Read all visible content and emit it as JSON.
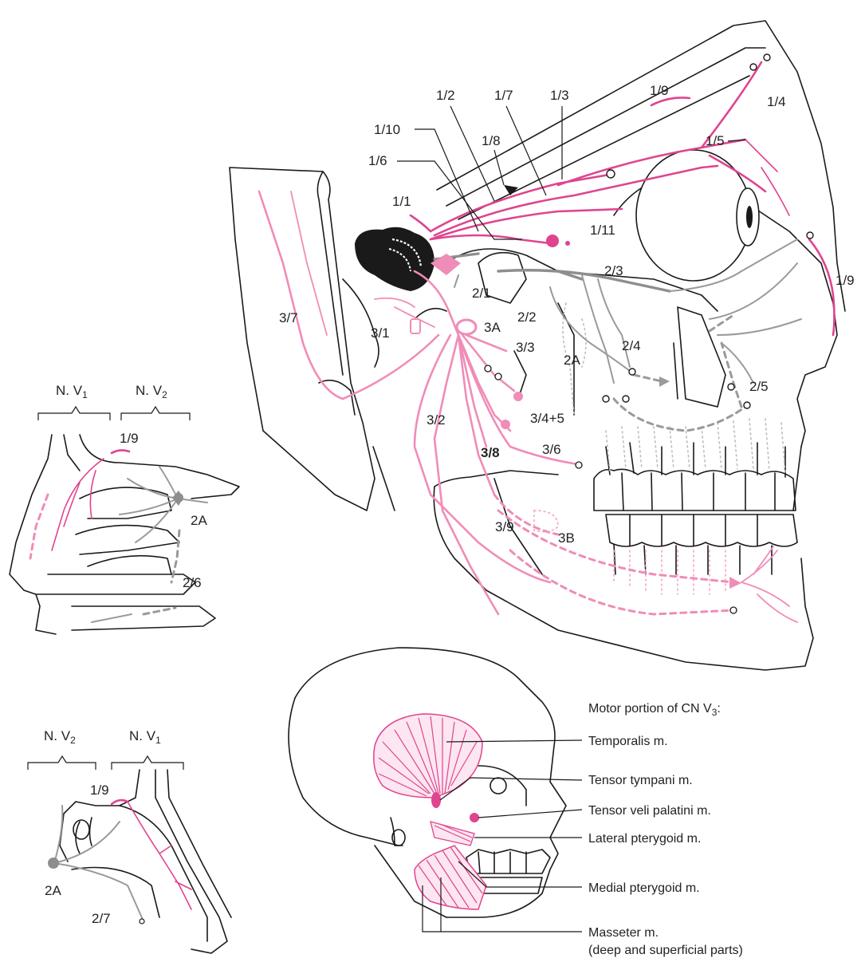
{
  "labels": {
    "l1_1": "1/1",
    "l1_2": "1/2",
    "l1_3": "1/3",
    "l1_4": "1/4",
    "l1_5": "1/5",
    "l1_6": "1/6",
    "l1_7": "1/7",
    "l1_8": "1/8",
    "l1_9": "1/9",
    "l1_10": "1/10",
    "l1_11": "1/11",
    "l2_1": "2/1",
    "l2_2": "2/2",
    "l2_3": "2/3",
    "l2_4": "2/4",
    "l2_5": "2/5",
    "l2_6": "2/6",
    "l2_7": "2/7",
    "l2A": "2A",
    "l3_1": "3/1",
    "l3_2": "3/2",
    "l3_3": "3/3",
    "l3_4_5": "3/4+5",
    "l3_6": "3/6",
    "l3_7": "3/7",
    "l3_8": "3/8",
    "l3_9": "3/9",
    "l3A": "3A",
    "l3B": "3B"
  },
  "nasal_upper": {
    "nv1_label": "N. V",
    "nv1_sub": "1",
    "nv2_label": "N. V",
    "nv2_sub": "2"
  },
  "motor": {
    "title": "Motor portion of CN V",
    "title_sub": "3",
    "title_colon": ":",
    "temporalis": "Temporalis m.",
    "tensor_tympani": "Tensor tympani m.",
    "tensor_veli": "Tensor veli palatini m.",
    "lateral_pterygoid": "Lateral pterygoid m.",
    "medial_pterygoid": "Medial pterygoid m.",
    "masseter": "Masseter m.",
    "masseter_note": "(deep and superficial parts)"
  },
  "colors": {
    "v1": "#e0448f",
    "v2": "#8e8e8e",
    "v3": "#f08cb8",
    "ganglion": "#1a1a1a"
  }
}
